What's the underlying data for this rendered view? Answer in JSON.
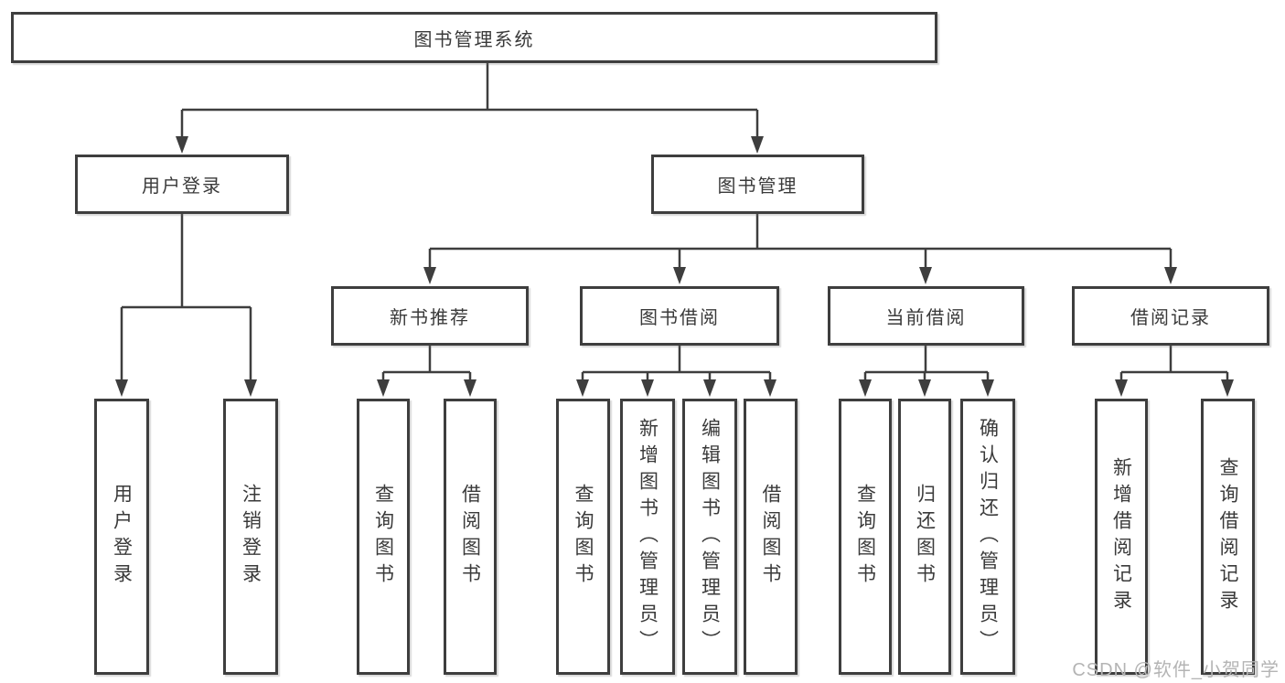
{
  "tree": {
    "root": {
      "label": "图书管理系统"
    },
    "branches": [
      {
        "label": "用户登录",
        "children": [
          {
            "label": "用户登录"
          },
          {
            "label": "注销登录"
          }
        ]
      },
      {
        "label": "图书管理",
        "children": [
          {
            "label": "新书推荐",
            "children": [
              {
                "label": "查询图书"
              },
              {
                "label": "借阅图书"
              }
            ]
          },
          {
            "label": "图书借阅",
            "children": [
              {
                "label": "查询图书"
              },
              {
                "label": "新增图书（管理员）"
              },
              {
                "label": "编辑图书（管理员）"
              },
              {
                "label": "借阅图书"
              }
            ]
          },
          {
            "label": "当前借阅",
            "children": [
              {
                "label": "查询图书"
              },
              {
                "label": "归还图书"
              },
              {
                "label": "确认归还（管理员）"
              }
            ]
          },
          {
            "label": "借阅记录",
            "children": [
              {
                "label": "新增借阅记录"
              },
              {
                "label": "查询借阅记录"
              }
            ]
          }
        ]
      }
    ]
  },
  "watermark": "CSDN @软件_小贺同学",
  "colors": {
    "line": "#3e3e3e",
    "text": "#3a3a3a",
    "background": "#ffffff",
    "watermark": "#b4b4b4"
  }
}
